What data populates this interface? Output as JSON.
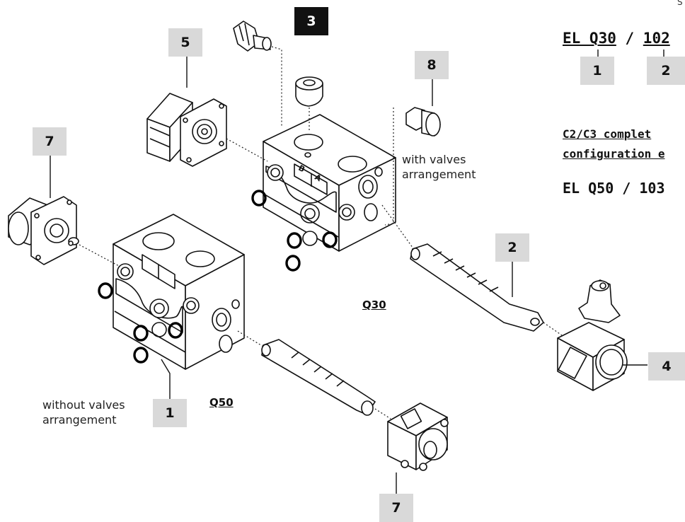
{
  "top_right_mark": "S",
  "callouts": {
    "c1": "1",
    "c2": "2",
    "c3": "3",
    "c4": "4",
    "c5": "5",
    "c7_left": "7",
    "c7_bottom": "7",
    "c8": "8",
    "code_c1": "1",
    "code_c2": "2"
  },
  "labels": {
    "with_valves": "with valves\narrangement",
    "without_valves": "without valves\narrangement",
    "q30": "Q30",
    "q50": "Q50",
    "slot_b": "B",
    "slot_a": "A"
  },
  "code1": {
    "part1": "EL Q30",
    "sep": " / ",
    "part2": "102"
  },
  "config_note": {
    "line1": "C2/C3 complet",
    "line2": "configuration e"
  },
  "code2": "EL Q50 / 103",
  "colors": {
    "badge": "#d9d9d9",
    "badge_dark": "#111111",
    "line": "#111111"
  }
}
